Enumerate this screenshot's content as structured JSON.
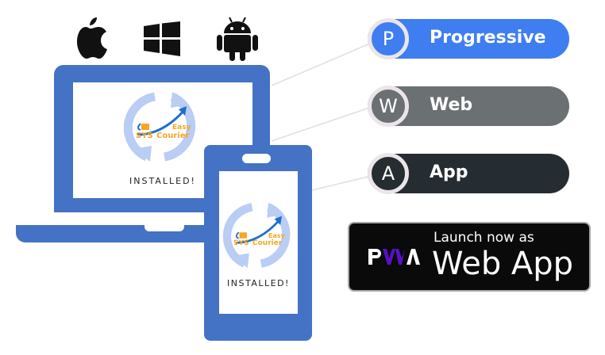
{
  "os_icons": [
    {
      "name": "apple-icon"
    },
    {
      "name": "windows-icon"
    },
    {
      "name": "android-icon"
    }
  ],
  "devices": {
    "laptop": {
      "status": "INSTALLED!",
      "logo": {
        "top": "Easy",
        "left": "SYS",
        "right": "Courier"
      }
    },
    "phone": {
      "status": "INSTALLED!",
      "logo": {
        "top": "Easy",
        "left": "SYS",
        "right": "Courier"
      }
    }
  },
  "pwa_terms": [
    {
      "letter": "P",
      "label": "Progressive",
      "color": "#3f7ef0"
    },
    {
      "letter": "W",
      "label": "Web",
      "color": "#6b7073"
    },
    {
      "letter": "A",
      "label": "App",
      "color": "#252d33"
    }
  ],
  "launch_badge": {
    "logo": "PWA",
    "line1": "Launch now as",
    "line2": "Web App",
    "accent": "#5a0fc8"
  },
  "colors": {
    "device_blue": "#4472c4",
    "sync_arrow": "#b9cdf5"
  }
}
